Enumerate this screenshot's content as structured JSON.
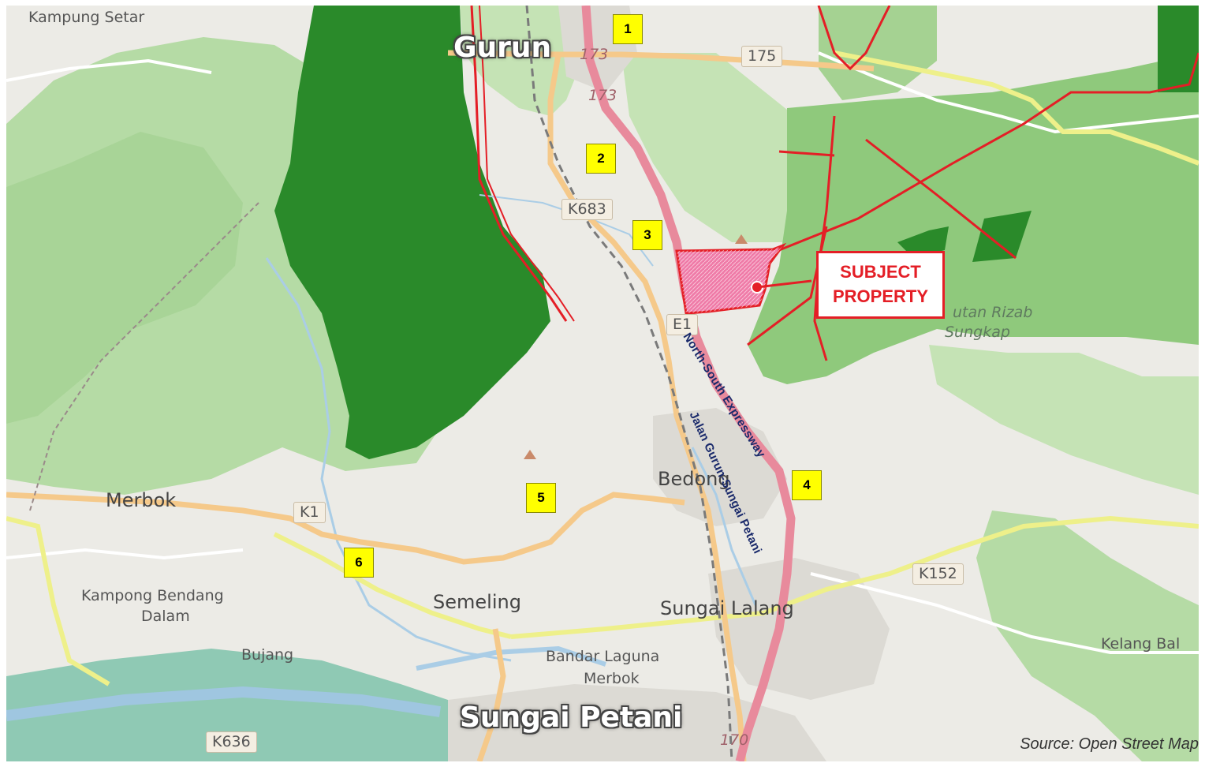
{
  "map": {
    "source": "Source: Open Street Map",
    "towns": {
      "gurun": "Gurun",
      "sungai_petani": "Sungai Petani",
      "kampung_setar": "Kampung Setar",
      "merbok": "Merbok",
      "kampong_bendang_dalam_1": "Kampong Bendang",
      "kampong_bendang_dalam_2": "Dalam",
      "bujang": "Bujang",
      "semeling": "Semeling",
      "bedong": "Bedong",
      "sungai_lalang": "Sungai Lalang",
      "bandar_laguna_1": "Bandar Laguna",
      "bandar_laguna_2": "Merbok",
      "kelang_bali": "Kelang Bal",
      "hutan_rizab_1": "utan Rizab",
      "hutan_rizab_2": "Sungkap"
    },
    "road_shields": {
      "r175": "175",
      "k683": "K683",
      "e1": "E1",
      "k1": "K1",
      "k152": "K152",
      "k636": "K636"
    },
    "road_numbers": {
      "r173a": "173",
      "r173b": "173",
      "r170": "170"
    },
    "roads": {
      "expressway": "North-South Expressway",
      "jalan": "Jalan Gurun-Sungai Petani"
    },
    "markers": [
      "1",
      "2",
      "3",
      "4",
      "5",
      "6"
    ],
    "subject": {
      "line1": "SUBJECT",
      "line2": "PROPERTY",
      "color": "#e41e26"
    },
    "colors": {
      "dark_forest": "#2a8a2a",
      "light_forest": "#b5dba5",
      "expressway": "#e88a9c",
      "road": "#f5c98a",
      "power_line": "#e41e26"
    }
  }
}
